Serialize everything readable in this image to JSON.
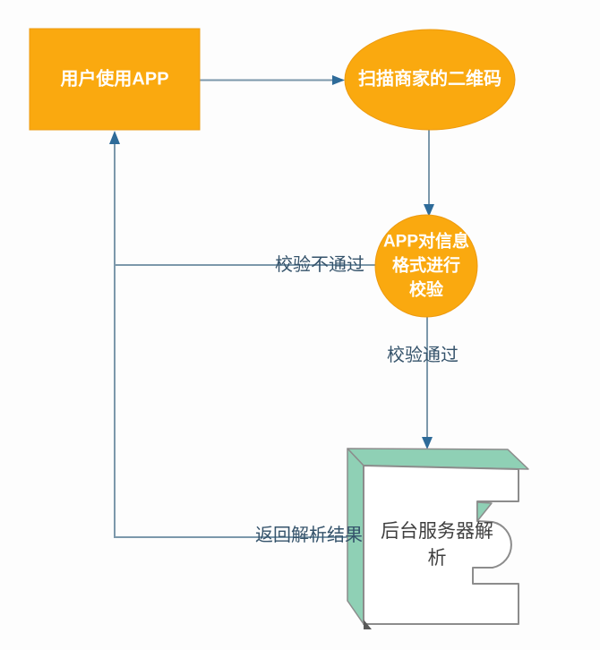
{
  "colors": {
    "background": "#FDFDFD",
    "node_fill": "#FAA90F",
    "node_stroke": "#ED9A10",
    "node_text": "#FFFFFF",
    "server_fill": "#8FD0B5",
    "server_stroke": "#8C8C8C",
    "server_face": "#FFFFFF",
    "server_text": "#3F3F3F",
    "line": "#7C98AB",
    "arrowhead": "#2E6B99",
    "edge_label_text": "#35536B"
  },
  "nodes": {
    "user_app": {
      "shape": "rectangle",
      "label": "用户使用APP"
    },
    "scan_qr": {
      "shape": "ellipse",
      "label": "扫描商家的二维码"
    },
    "validate": {
      "shape": "circle",
      "label": "APP对信息\n格式进行\n校验"
    },
    "server": {
      "shape": "storage-3d",
      "label": "后台服务器解\n析"
    }
  },
  "edges": {
    "user_to_scan": {
      "from": "user_app",
      "to": "scan_qr",
      "label": ""
    },
    "scan_to_validate": {
      "from": "scan_qr",
      "to": "validate",
      "label": ""
    },
    "validate_fail": {
      "from": "validate",
      "to": "user_app",
      "label": "校验不通过"
    },
    "validate_pass": {
      "from": "validate",
      "to": "server",
      "label": "校验通过"
    },
    "server_return": {
      "from": "server",
      "to": "user_app",
      "label": "返回解析结果"
    }
  }
}
